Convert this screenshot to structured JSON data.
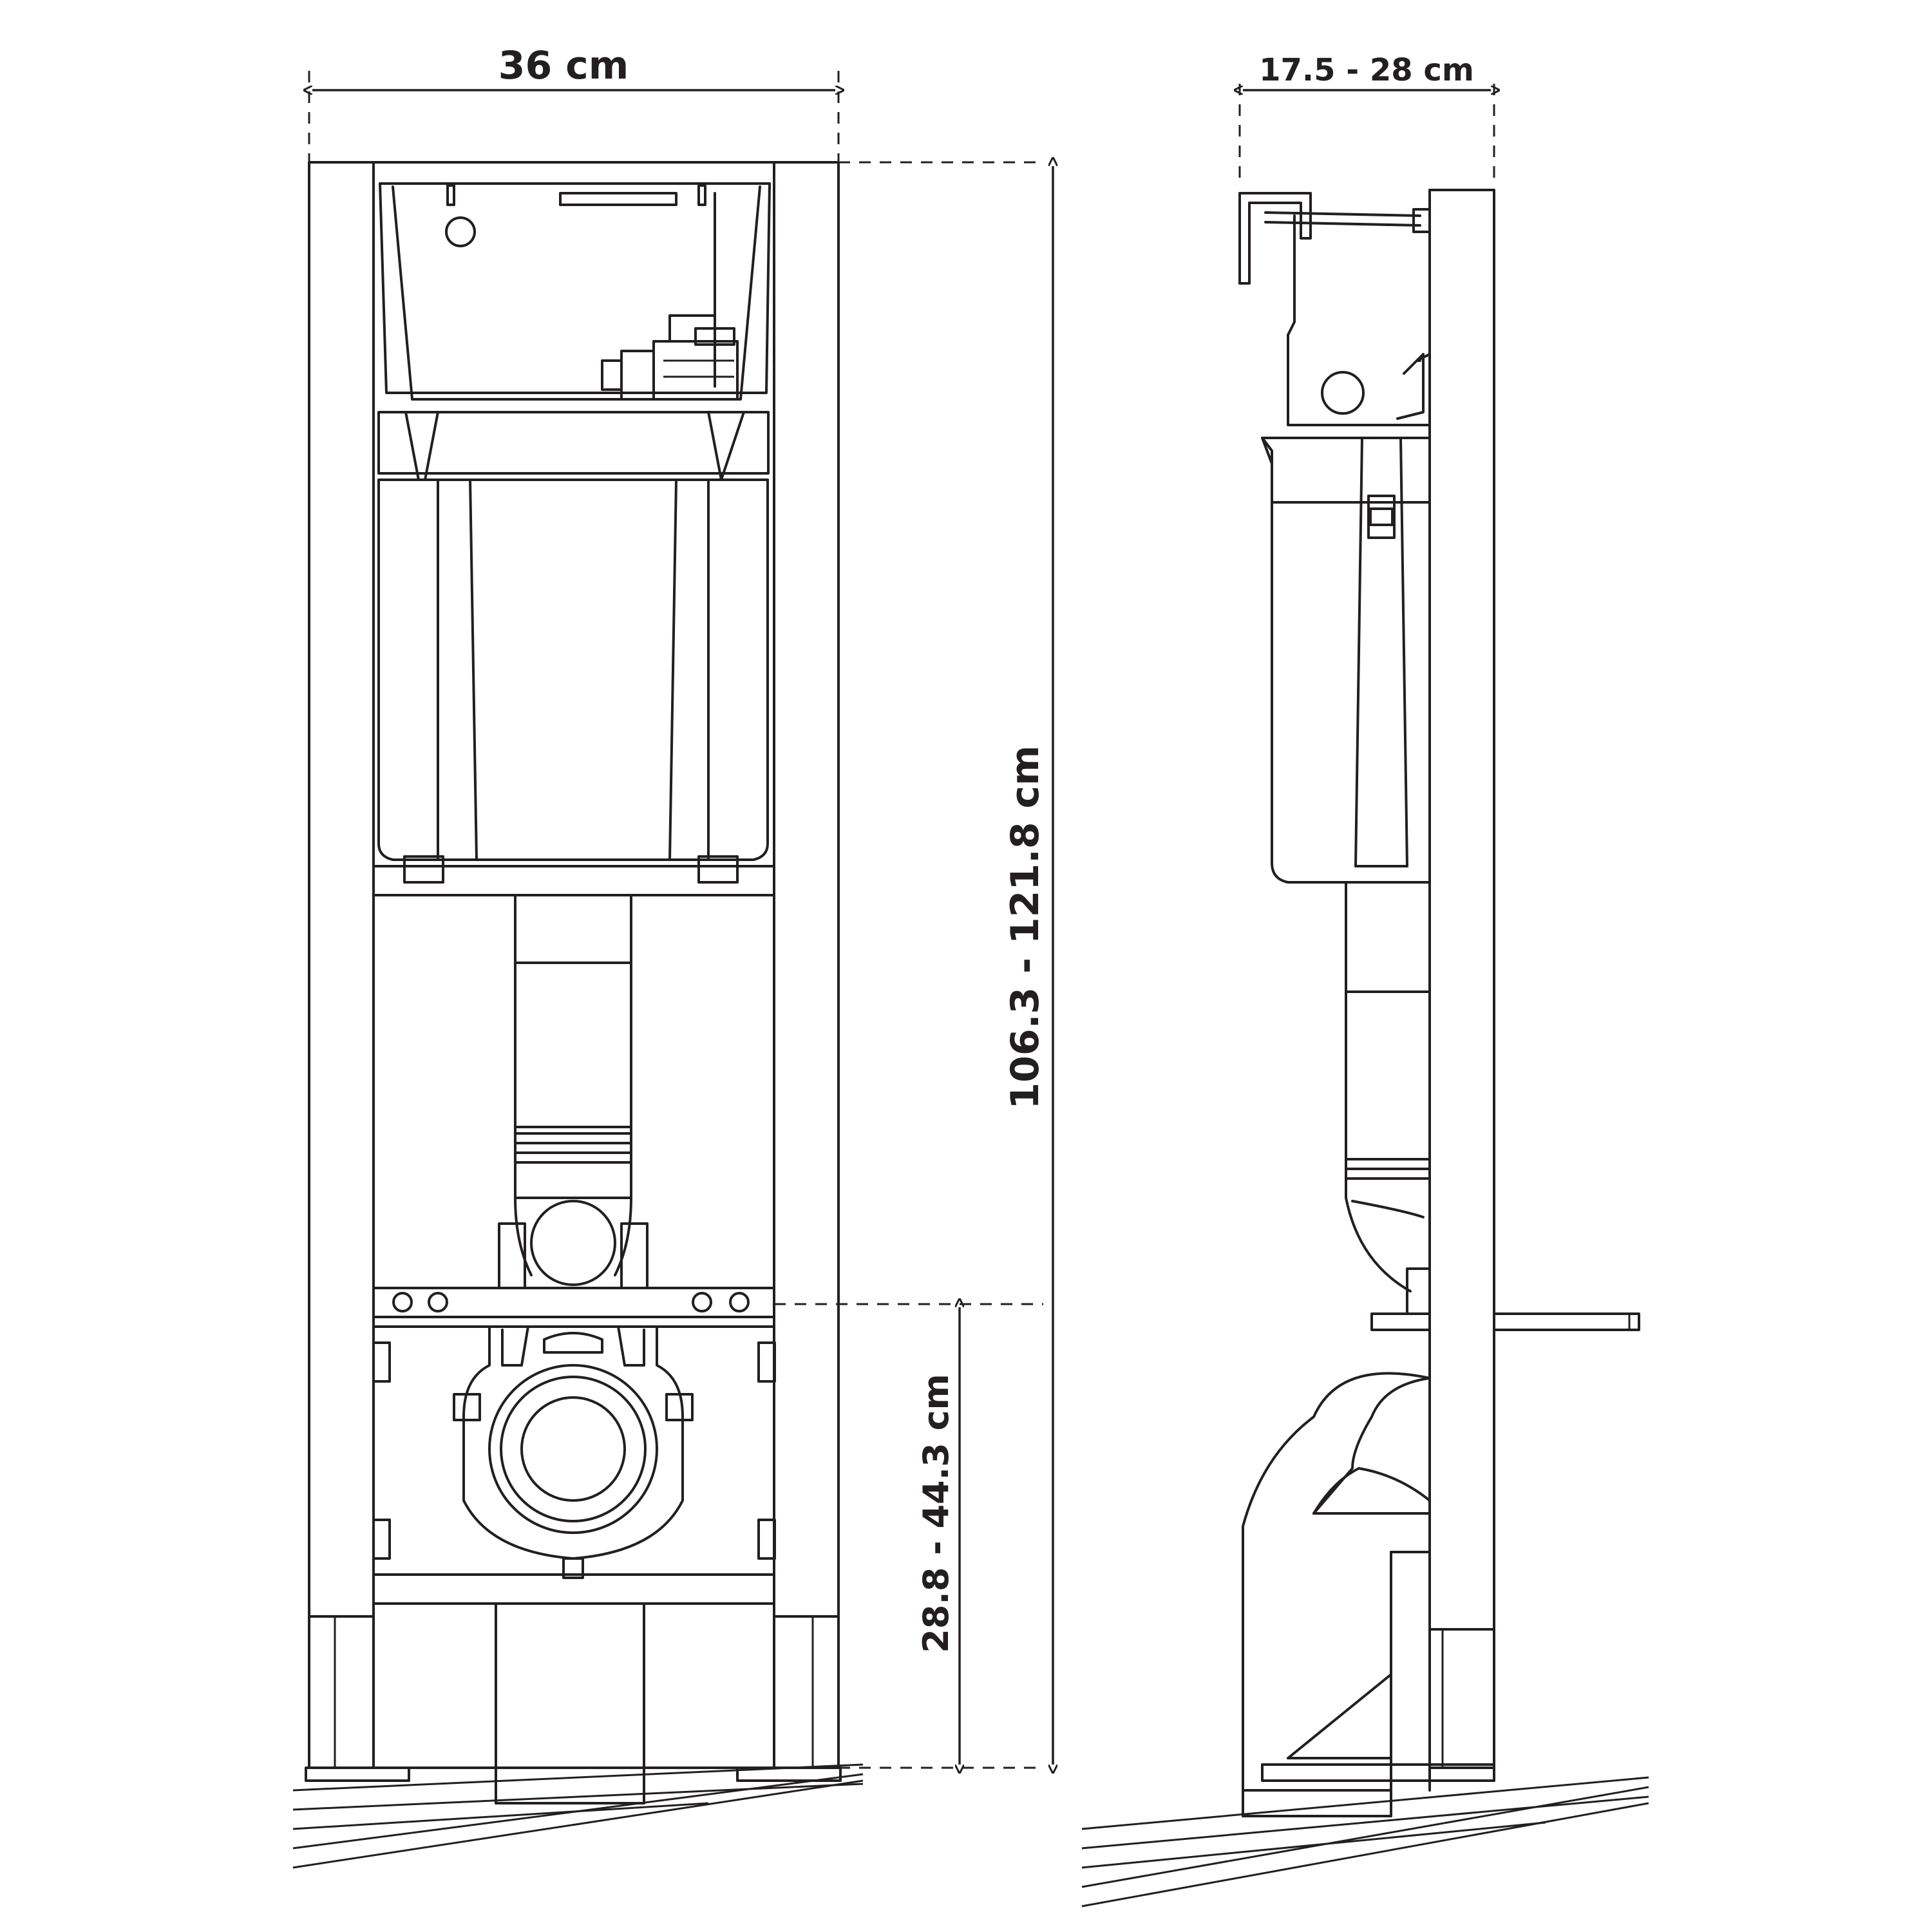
{
  "dimensions": {
    "width_front": "36 cm",
    "depth_side": "17.5 - 28 cm",
    "total_height": "106.3 - 121.8 cm",
    "outlet_height": "28.8 - 44.3 cm"
  },
  "colors": {
    "line": "#231f20",
    "background": "#ffffff"
  }
}
